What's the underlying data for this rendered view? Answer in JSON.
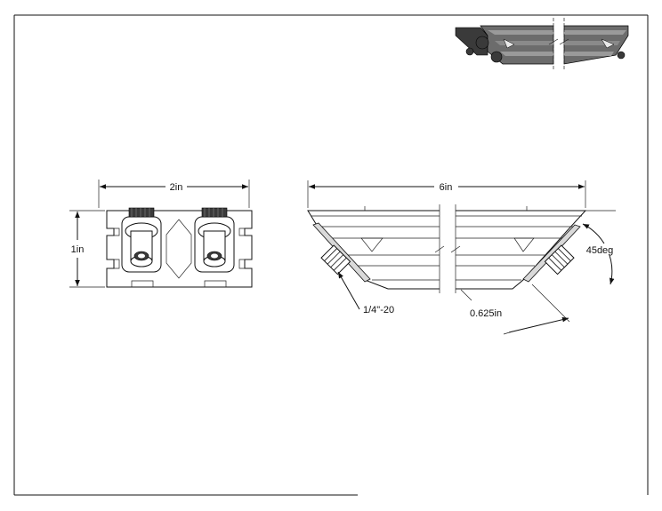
{
  "dimensions": {
    "end_width": "2in",
    "end_height": "1in",
    "side_length": "6in",
    "angle": "45deg",
    "thread": "1/4\"-20",
    "offset": "0.625in"
  }
}
